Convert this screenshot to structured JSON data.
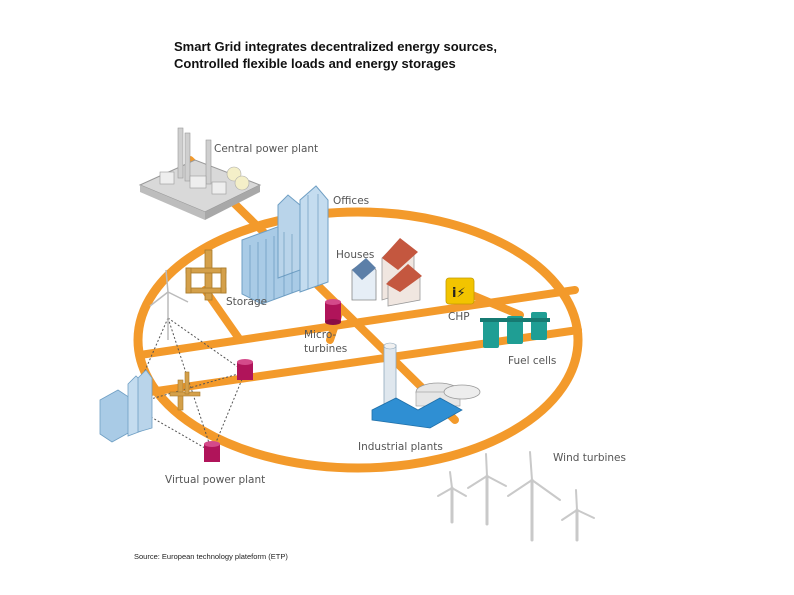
{
  "title": {
    "line1": "Smart Grid integrates decentralized energy sources,",
    "line2": "Controlled flexible loads and energy storages"
  },
  "labels": {
    "central_power_plant": "Central power plant",
    "offices": "Offices",
    "houses": "Houses",
    "storage": "Storage",
    "micro_turbines_1": "Micro-",
    "micro_turbines_2": "turbines",
    "chp": "CHP",
    "fuel_cells": "Fuel cells",
    "industrial_plants": "Industrial plants",
    "wind_turbines": "Wind turbines",
    "virtual_power_plant": "Virtual power plant"
  },
  "source": "Source: European technology plateform (ETP)",
  "colors": {
    "grid_orange": "#f39a2b",
    "building_blue": "#a9cbe6",
    "storage_magenta": "#b0145a",
    "fuel_cell_teal": "#1f9e94",
    "chp_yellow": "#f2c400"
  }
}
